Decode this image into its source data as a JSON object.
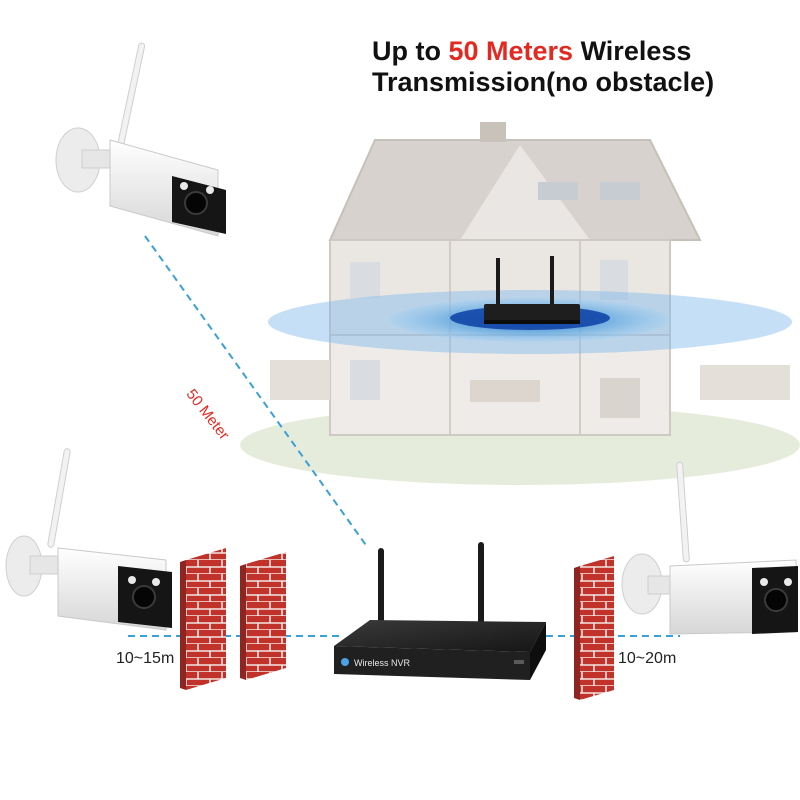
{
  "headline": {
    "prefix": "Up to ",
    "highlight": "50 Meters",
    "suffix": " Wireless",
    "line2": "Transmission(no obstacle)"
  },
  "distances": {
    "diagonal": "50 Meter",
    "left": "10~15m",
    "right": "10~20m"
  },
  "nvr": {
    "label": "Wireless NVR"
  },
  "colors": {
    "highlight": "#e12a22",
    "brick": "#c0322a",
    "dash_line": "#3aa0d8",
    "signal_ring": "#4d9fe0"
  }
}
